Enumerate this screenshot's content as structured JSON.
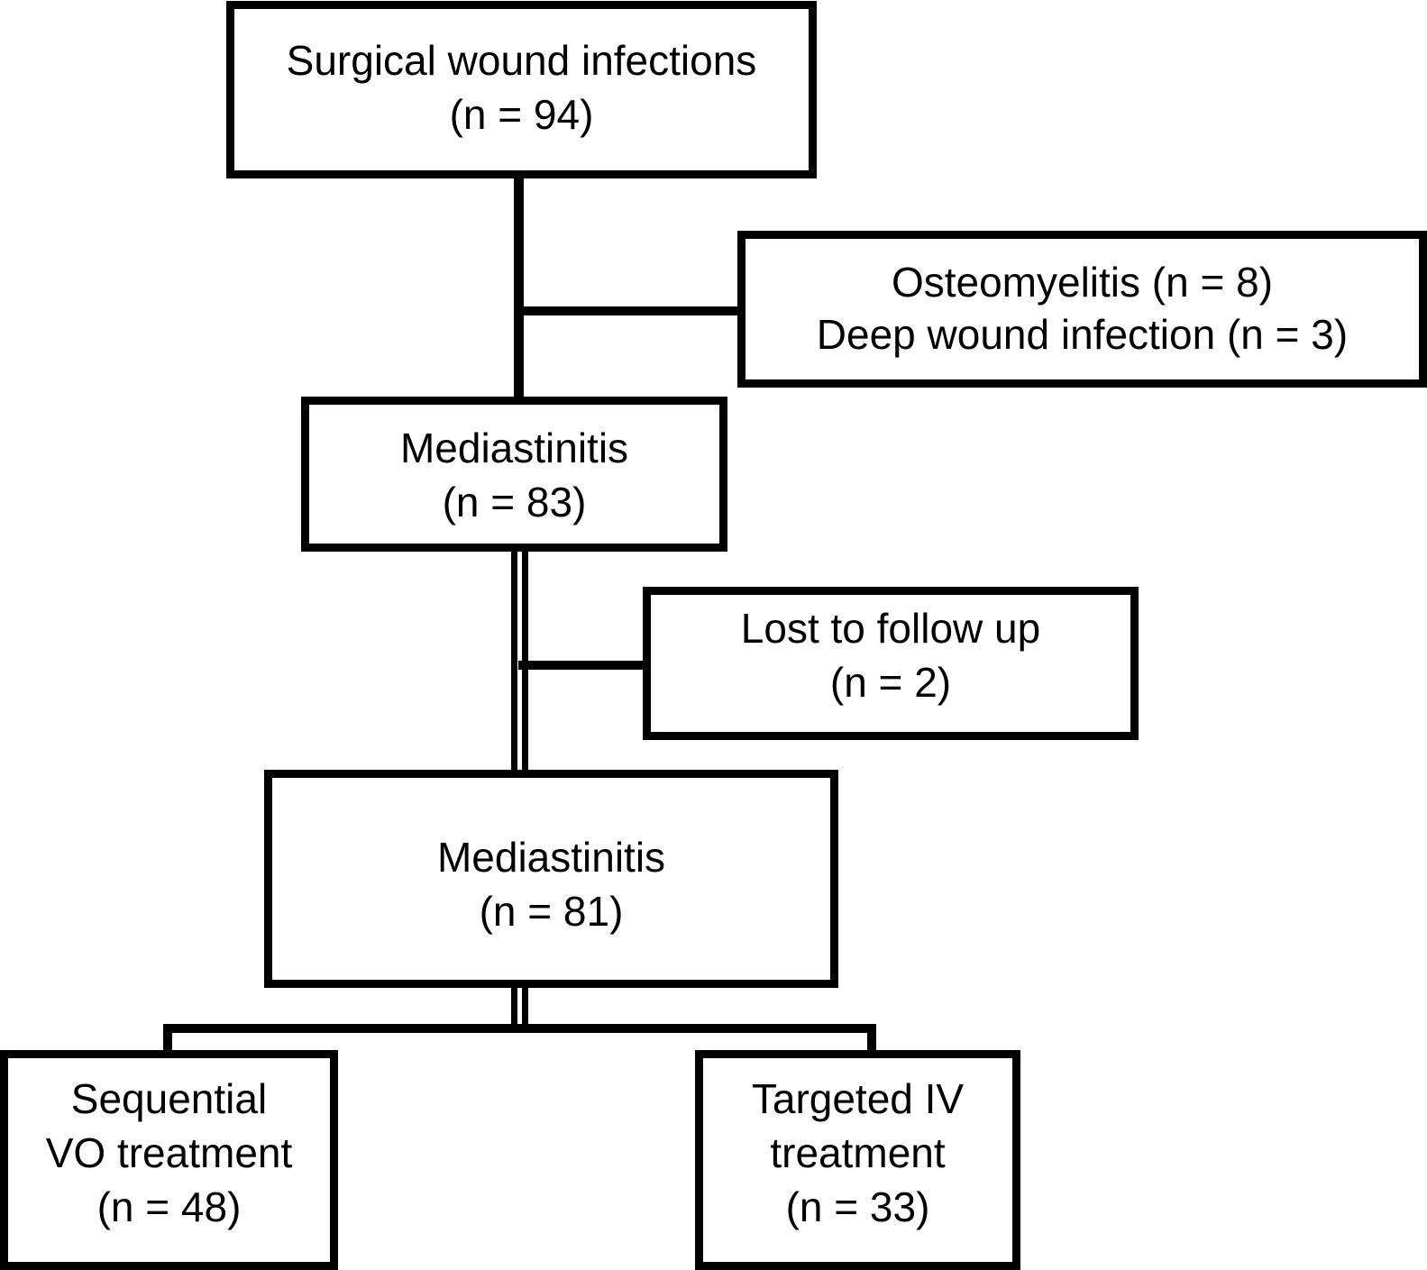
{
  "flowchart": {
    "top": {
      "title": "Surgical wound infections",
      "count": "(n = 94)"
    },
    "excluded_1": {
      "line1": "Osteomyelitis (n = 8)",
      "line2": "Deep wound infection (n = 3)"
    },
    "mid_1": {
      "title": "Mediastinitis",
      "count": "(n = 83)"
    },
    "excluded_2": {
      "line1": "Lost to follow up",
      "line2": "(n = 2)"
    },
    "mid_2": {
      "title": "Mediastinitis",
      "count": "(n = 81)"
    },
    "branch_left": {
      "line1": "Sequential",
      "line2": "VO treatment",
      "count": "(n = 48)"
    },
    "branch_right": {
      "line1": "Targeted IV",
      "line2": "treatment",
      "count": "(n = 33)"
    }
  }
}
